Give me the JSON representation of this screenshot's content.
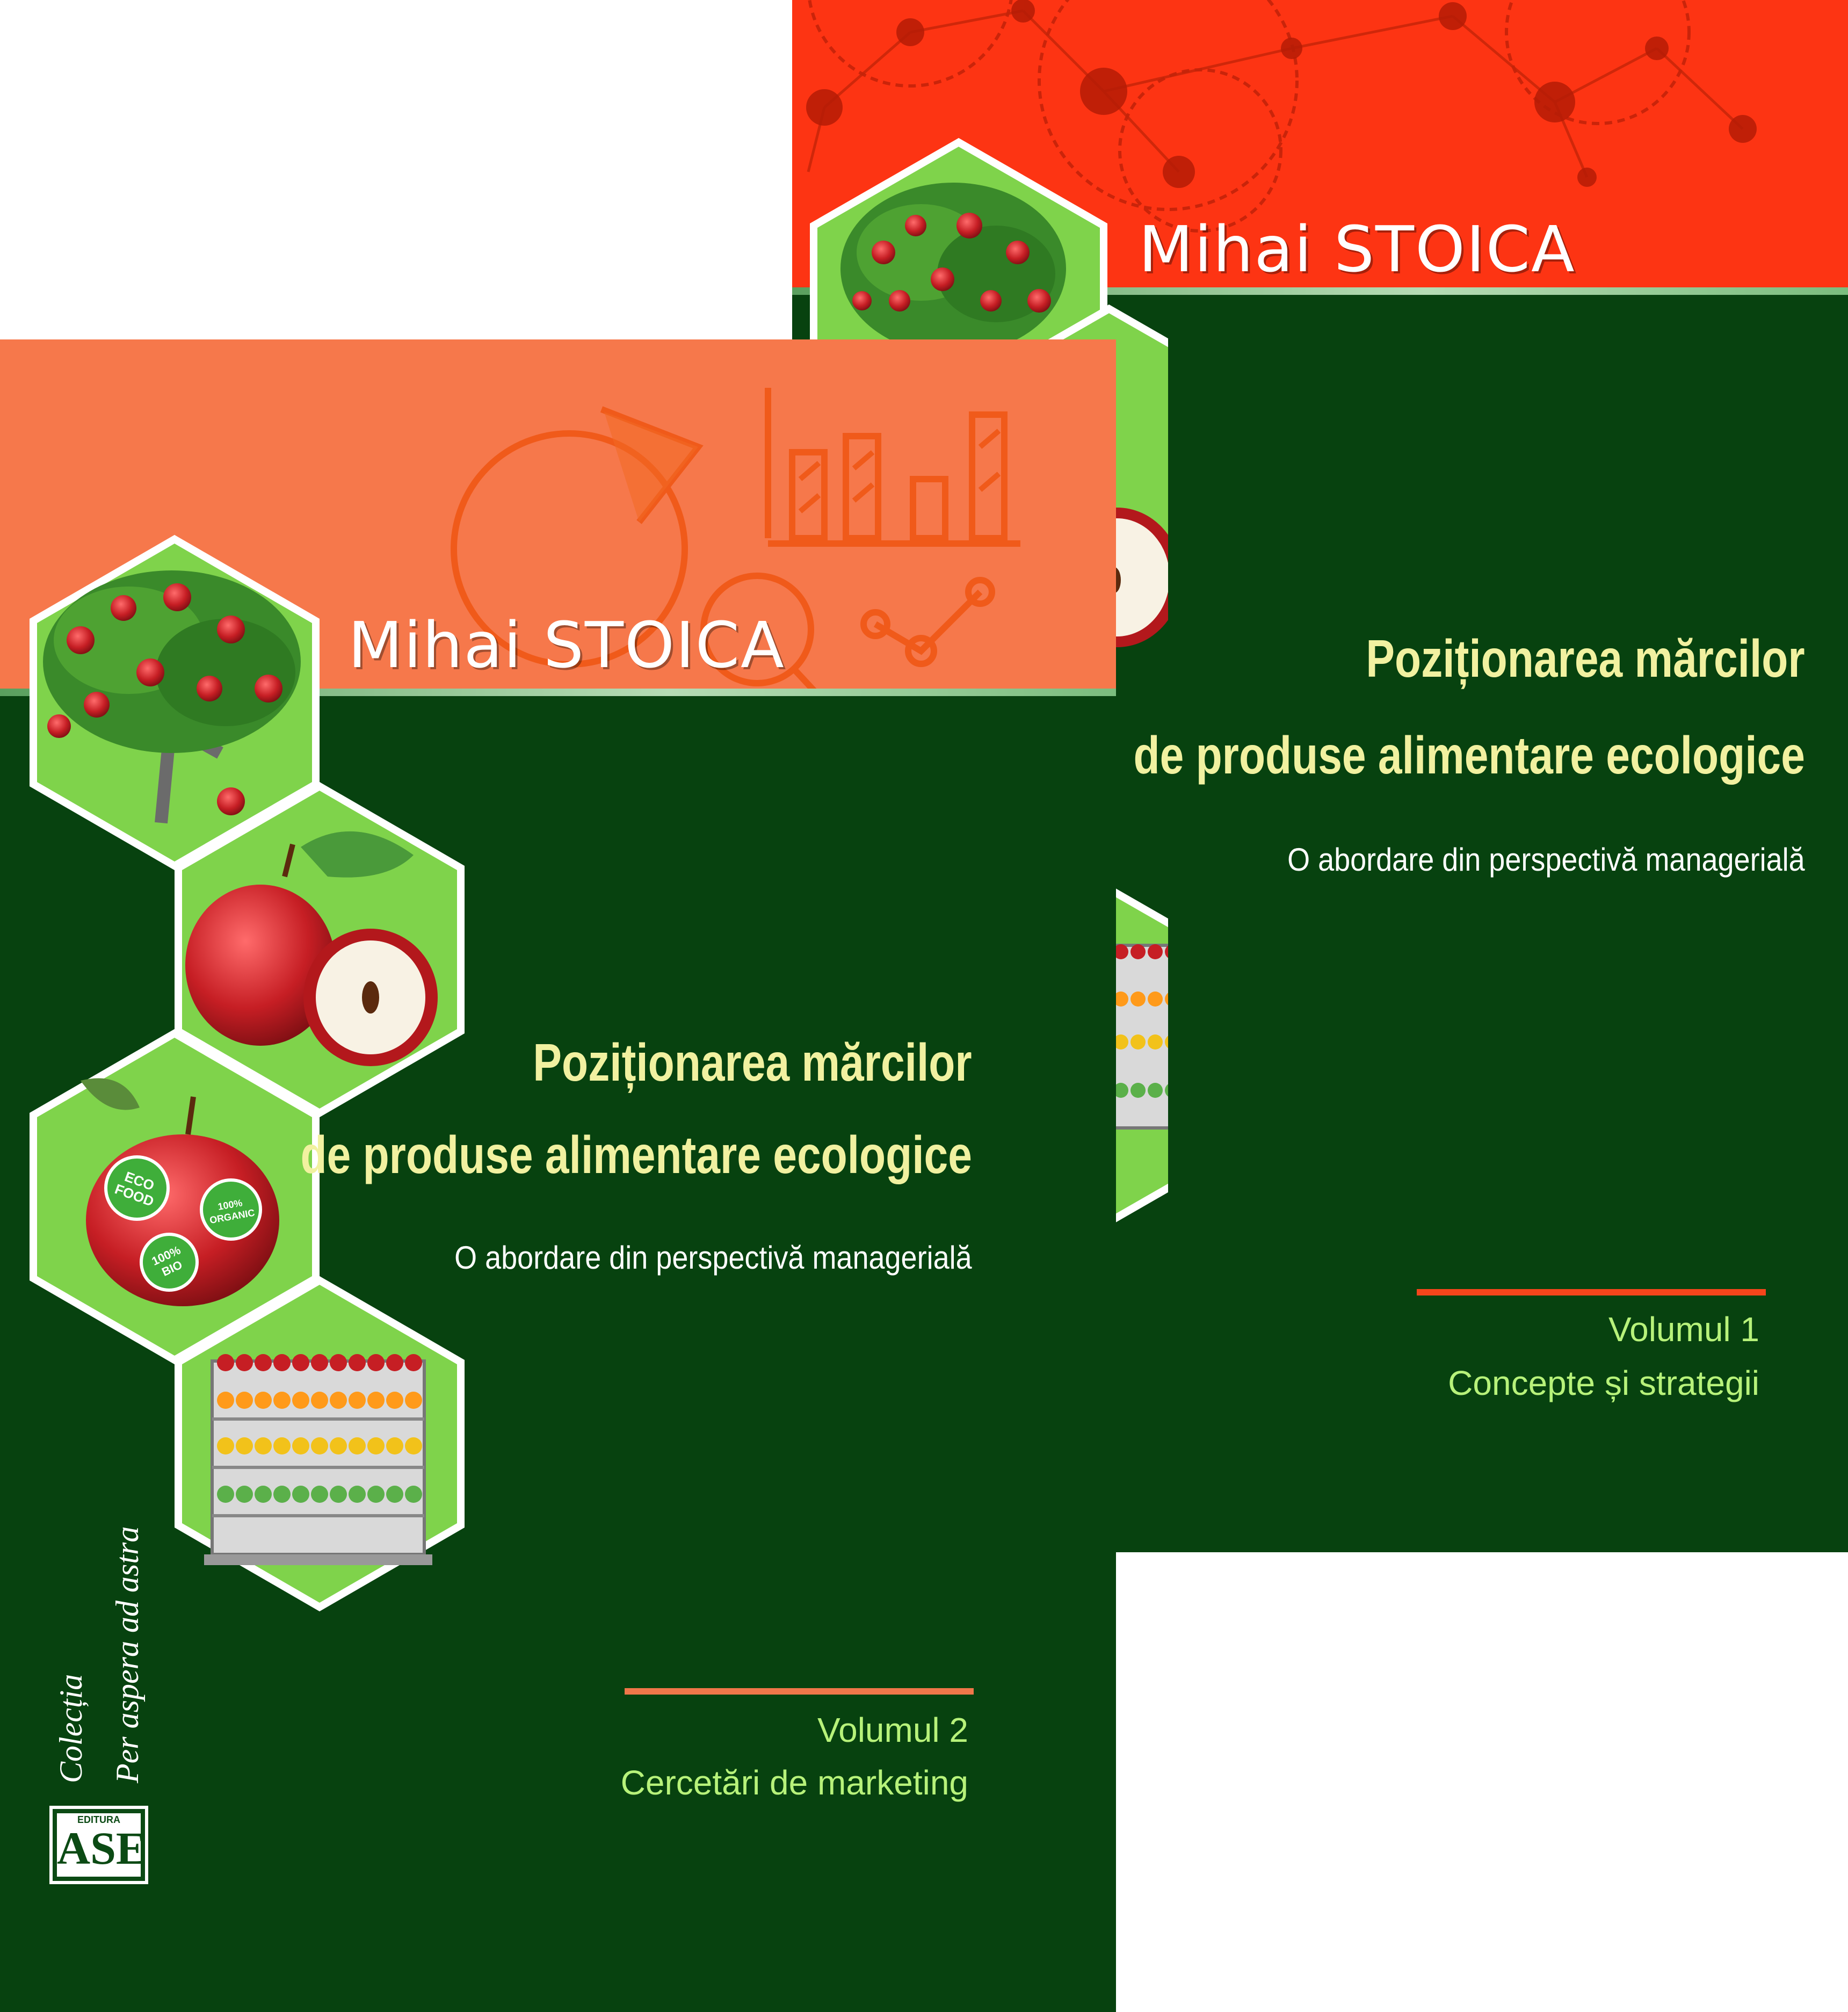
{
  "volume1": {
    "author": "Mihai STOICA",
    "title_line1": "Poziționarea mărcilor",
    "title_line2": "de produse alimentare ecologice",
    "subtitle": "O abordare din perspectivă managerială",
    "volume": "Volumul 1",
    "volume_subtitle": "Concepte și strategii",
    "colors": {
      "band": "#fd3413",
      "background": "#07420f",
      "title": "#f1f1a0",
      "volume_text": "#b7f27a"
    }
  },
  "volume2": {
    "author": "Mihai STOICA",
    "title_line1": "Poziționarea mărcilor",
    "title_line2": "de produse alimentare ecologice",
    "subtitle": "O abordare din perspectivă managerială",
    "volume": "Volumul 2",
    "volume_subtitle": "Cercetări de marketing",
    "series_line1": "Colecția",
    "series_line2": "Per aspera ad astra",
    "publisher_top": "EDITURA",
    "publisher_name": "ASE",
    "colors": {
      "band": "#f6784b",
      "background": "#07420f",
      "title": "#f1f1a0",
      "volume_text": "#b7f27a"
    }
  },
  "badges": {
    "eco": "ECO FOOD",
    "organic": "100% ORGANIC",
    "bio": "100% BIO"
  }
}
